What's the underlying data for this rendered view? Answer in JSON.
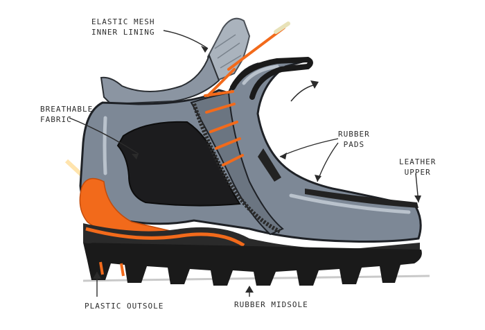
{
  "labels": {
    "elastic_mesh": [
      "Elastic Mesh",
      "Inner Lining"
    ],
    "breathable_fabric": [
      "Breathable",
      "Fabric"
    ],
    "rubber_pads": [
      "Rubber",
      "Pads"
    ],
    "leather_upper": [
      "Leather",
      "Upper"
    ],
    "plastic_outsole": "Plastic Outsole",
    "rubber_midsole": "Rubber Midsole"
  },
  "colors": {
    "upper": "#7d8896",
    "upper_dark": "#5b6572",
    "highlight": "#b9c2cc",
    "fabric_panel": "#1c1c1e",
    "sole": "#1a1a1a",
    "accent": "#f26a1b",
    "ink": "#2b2b2b"
  }
}
